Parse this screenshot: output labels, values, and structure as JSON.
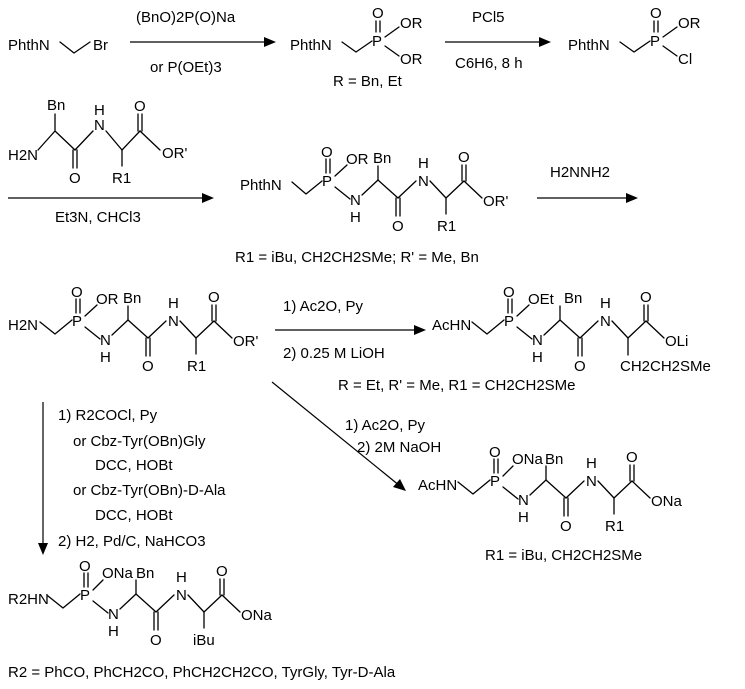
{
  "step1": {
    "sm": "PhthN",
    "sm_br": "Br",
    "reagent_top": "(BnO)2P(O)Na",
    "reagent_bottom": "or P(OEt)3",
    "product_phth": "PhthN",
    "p": "P",
    "or_top": "OR",
    "or_bottom": "OR",
    "o": "O",
    "r_def": "R = Bn, Et"
  },
  "step2": {
    "reagent_top": "PCl5",
    "reagent_bottom": "C6H6, 8 h",
    "product_phth": "PhthN",
    "p": "P",
    "or": "OR",
    "cl": "Cl",
    "o": "O"
  },
  "dipeptide": {
    "bn": "Bn",
    "h2n": "H2N",
    "nh": "N",
    "h": "H",
    "o1": "O",
    "o2": "O",
    "oprime": "OR'",
    "r1": "R1"
  },
  "step3": {
    "reagent_bottom": "Et3N, CHCl3",
    "phth": "PhthN",
    "p": "P",
    "o": "O",
    "or": "OR",
    "bn": "Bn",
    "nh1": "N",
    "h1": "H",
    "nh2": "N",
    "h2": "H",
    "o1": "O",
    "o2": "O",
    "oprime": "OR'",
    "r1": "R1",
    "def": "R1 = iBu, CH2CH2SMe; R' = Me, Bn"
  },
  "step4": {
    "reagent_top": "H2NNH2"
  },
  "amine": {
    "h2n": "H2N",
    "p": "P",
    "o": "O",
    "or": "OR",
    "bn": "Bn",
    "nh1": "N",
    "h1": "H",
    "nh2": "N",
    "h2": "H",
    "o1": "O",
    "o2": "O",
    "oprime": "OR'",
    "r1": "R1"
  },
  "step5": {
    "reagent_top": "1) Ac2O, Py",
    "reagent_bottom": "2) 0.25 M LiOH",
    "achn": "AcHN",
    "p": "P",
    "o": "O",
    "oet": "OEt",
    "bn": "Bn",
    "nh1": "N",
    "h1": "H",
    "nh2": "N",
    "h2": "H",
    "o1": "O",
    "o2": "O",
    "oli": "OLi",
    "side": "CH2CH2SMe",
    "def": "R = Et, R' = Me, R1 = CH2CH2SMe"
  },
  "step6": {
    "reagent_1": "1) Ac2O, Py",
    "reagent_2": "2) 2M NaOH",
    "achn": "AcHN",
    "p": "P",
    "o": "O",
    "ona": "ONa",
    "bn": "Bn",
    "nh1": "N",
    "h1": "H",
    "nh2": "N",
    "h2": "H",
    "o1": "O",
    "o2": "O",
    "ona_end": "ONa",
    "r1": "R1",
    "def": "R1 = iBu, CH2CH2SMe"
  },
  "step7": {
    "reagent_1": "1) R2COCl, Py",
    "reagent_2": "or Cbz-Tyr(OBn)Gly",
    "reagent_3": "DCC, HOBt",
    "reagent_4": "or Cbz-Tyr(OBn)-D-Ala",
    "reagent_5": "DCC, HOBt",
    "reagent_6": "2) H2, Pd/C, NaHCO3",
    "r2hn": "R2HN",
    "p": "P",
    "o": "O",
    "ona": "ONa",
    "bn": "Bn",
    "nh1": "N",
    "h1": "H",
    "nh2": "N",
    "h2": "H",
    "o1": "O",
    "o2": "O",
    "ona_end": "ONa",
    "ibu": "iBu",
    "def": "R2 = PhCO, PhCH2CO, PhCH2CH2CO, TyrGly, Tyr-D-Ala"
  }
}
